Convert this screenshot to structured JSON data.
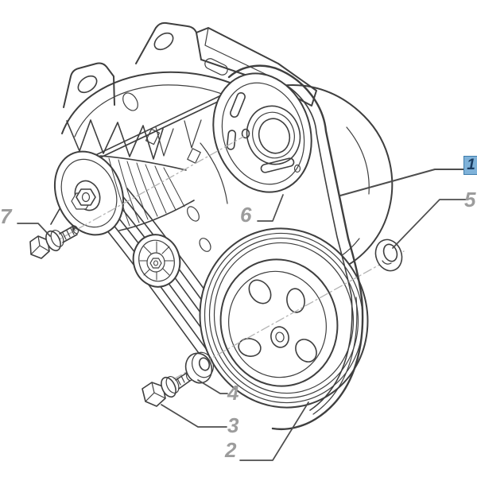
{
  "colors": {
    "background": "#ffffff",
    "line": "#3f3f3f",
    "label": "#9c9c9c",
    "leader": "#4d4d4d",
    "centerline": "#b3b3b3",
    "highlight_fill": "#7fb2d9",
    "highlight_border": "#3e7cab",
    "highlight_text": "#1a3c61"
  },
  "callouts": {
    "c1": {
      "label": "1",
      "selected": true
    },
    "c2": {
      "label": "2",
      "selected": false
    },
    "c3": {
      "label": "3",
      "selected": false
    },
    "c4": {
      "label": "4",
      "selected": false
    },
    "c5": {
      "label": "5",
      "selected": false
    },
    "c6": {
      "label": "6",
      "selected": false
    },
    "c7": {
      "label": "7",
      "selected": false
    }
  }
}
